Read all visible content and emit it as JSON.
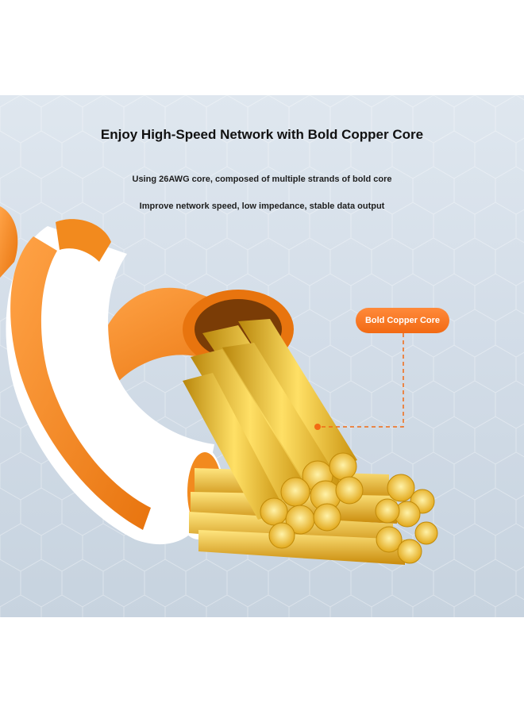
{
  "headline": "Enjoy High-Speed Network with Bold Copper Core",
  "subtitle_1": "Using 26AWG core, composed of multiple strands of bold core",
  "subtitle_2": "Improve network speed, low impedance, stable data output",
  "callout": "Bold Copper Core",
  "colors": {
    "jacket_orange": "#f28a1e",
    "jacket_white": "#ffffff",
    "copper": "#f1c232",
    "callout_orange": "#f26a13",
    "background": "#d6dfe9"
  }
}
